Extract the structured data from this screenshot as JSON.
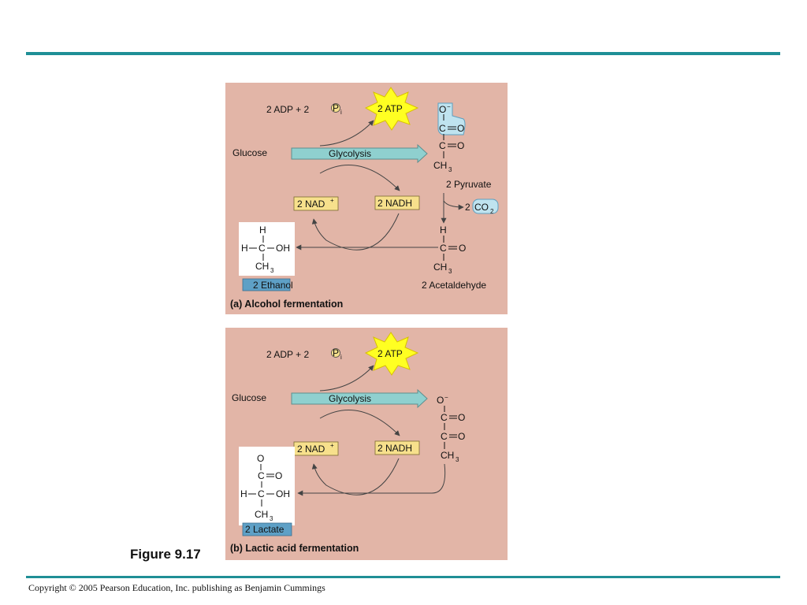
{
  "slide": {
    "figure_label": "Figure 9.17",
    "copyright": "Copyright © 2005 Pearson Education, Inc. publishing as Benjamin Cummings"
  },
  "colors": {
    "rule": "#1f8f96",
    "panel": "#e2b5a7",
    "arrow": "#8fd0cf",
    "box_yellow": "#f7e08c",
    "box_blue": "#5ea0c6",
    "burst": "#ffff22",
    "highlight": "#bfe3ef"
  },
  "common": {
    "adp": "2 ADP + 2",
    "pi_p": "P",
    "pi_sub": "i",
    "atp": "2 ATP",
    "glucose": "Glucose",
    "glycolysis": "Glycolysis",
    "nad": "2 NAD",
    "nad_sup": "+",
    "nadh": "2 NADH",
    "h": "H",
    "c": "C",
    "o": "O",
    "oh": "OH",
    "ch": "CH",
    "sub3": "3",
    "ominus": "−"
  },
  "panel_a": {
    "pyruvate": "2 Pyruvate",
    "co2_prefix": "2",
    "co2": "CO",
    "co2_sub": "2",
    "ethanol": "2 Ethanol",
    "acetaldehyde": "2 Acetaldehyde",
    "caption": "(a) Alcohol fermentation"
  },
  "panel_b": {
    "lactate": "2 Lactate",
    "caption": "(b) Lactic acid fermentation"
  }
}
